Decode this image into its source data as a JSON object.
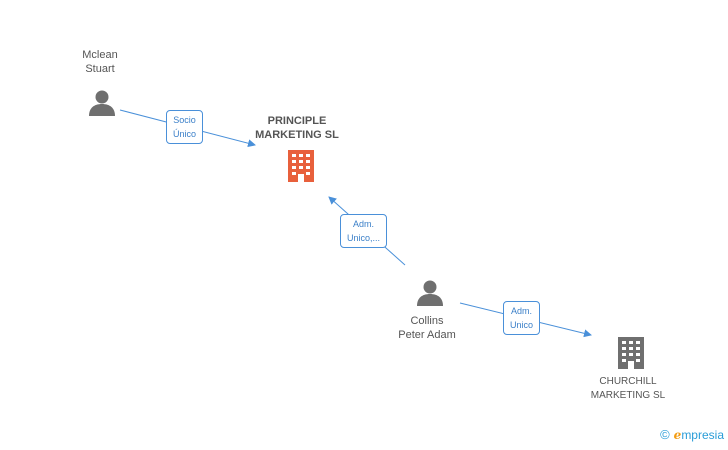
{
  "nodes": {
    "mclean": {
      "line1": "Mclean",
      "line2": "Stuart"
    },
    "principle": {
      "line1": "PRINCIPLE",
      "line2": "MARKETING SL"
    },
    "collins": {
      "line1": "Collins",
      "line2": "Peter Adam"
    },
    "churchill": {
      "line1": "CHURCHILL",
      "line2": "MARKETING SL"
    }
  },
  "edges": {
    "mclean_principle": {
      "line1": "Socio",
      "line2": "Único"
    },
    "collins_principle": {
      "line1": "Adm.",
      "line2": "Unico,..."
    },
    "collins_churchill": {
      "line1": "Adm.",
      "line2": "Unico"
    }
  },
  "colors": {
    "main_company": "#e8603c",
    "company": "#6f6f6f",
    "person": "#6f6f6f",
    "edge": "#4a90d9"
  },
  "brand": {
    "copyright": "©",
    "initial": "e",
    "name": "mpresia"
  }
}
